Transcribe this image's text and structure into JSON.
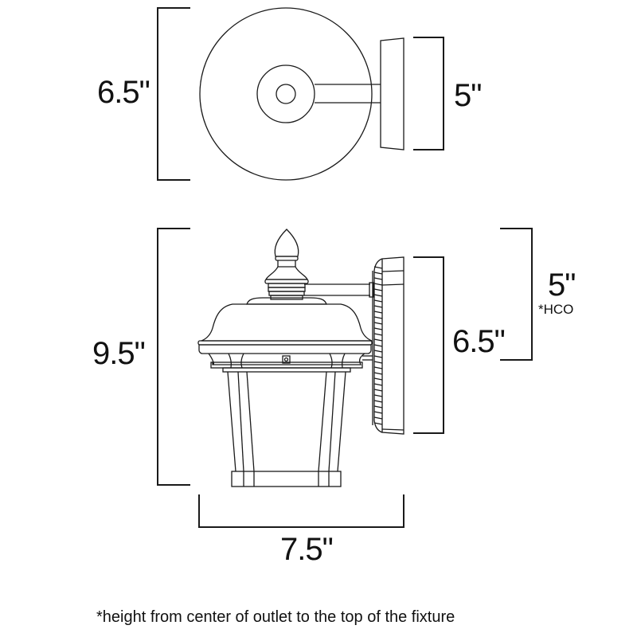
{
  "diagram": {
    "type": "product-dimension-drawing",
    "subject": "outdoor wall lantern",
    "top_view": {
      "width_label": "6.5\"",
      "backplate_label": "5\""
    },
    "front_view": {
      "height_label": "9.5\"",
      "backplate_height_label": "6.5\"",
      "hco_label": "5\"",
      "hco_marker": "*HCO",
      "width_label": "7.5\""
    },
    "footnote": "*height from center of outlet to the top of the fixture",
    "colors": {
      "line": "#1a1a1a",
      "background": "#ffffff"
    }
  }
}
